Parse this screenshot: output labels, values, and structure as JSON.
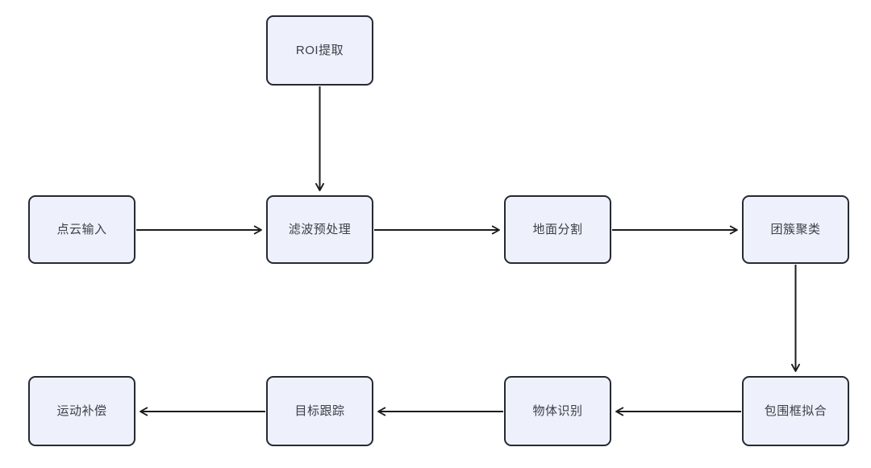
{
  "diagram": {
    "type": "flowchart",
    "title": "",
    "orientation": "horizontal-serpentine",
    "colors": {
      "node_fill": "#eef1fb",
      "node_border": "#252a33",
      "node_text": "#3b4048",
      "edge_stroke": "#1c1c1c",
      "background": "#ffffff"
    },
    "nodes": [
      {
        "id": "roi",
        "label": "ROI提取",
        "row": "top",
        "column": 2
      },
      {
        "id": "input",
        "label": "点云输入",
        "row": "middle",
        "column": 1
      },
      {
        "id": "filter",
        "label": "滤波预处理",
        "row": "middle",
        "column": 2
      },
      {
        "id": "ground",
        "label": "地面分割",
        "row": "middle",
        "column": 3
      },
      {
        "id": "cluster",
        "label": "团簇聚类",
        "row": "middle",
        "column": 4
      },
      {
        "id": "bbox",
        "label": "包围框拟合",
        "row": "bottom",
        "column": 4
      },
      {
        "id": "recognize",
        "label": "物体识别",
        "row": "bottom",
        "column": 3
      },
      {
        "id": "track",
        "label": "目标跟踪",
        "row": "bottom",
        "column": 2
      },
      {
        "id": "motion",
        "label": "运动补偿",
        "row": "bottom",
        "column": 1
      }
    ],
    "edges": [
      {
        "from": "roi",
        "to": "filter",
        "direction": "down",
        "label": ""
      },
      {
        "from": "input",
        "to": "filter",
        "direction": "right",
        "label": ""
      },
      {
        "from": "filter",
        "to": "ground",
        "direction": "right",
        "label": ""
      },
      {
        "from": "ground",
        "to": "cluster",
        "direction": "right",
        "label": ""
      },
      {
        "from": "cluster",
        "to": "bbox",
        "direction": "down",
        "label": ""
      },
      {
        "from": "bbox",
        "to": "recognize",
        "direction": "left",
        "label": ""
      },
      {
        "from": "recognize",
        "to": "track",
        "direction": "left",
        "label": ""
      },
      {
        "from": "track",
        "to": "motion",
        "direction": "left",
        "label": ""
      }
    ]
  }
}
